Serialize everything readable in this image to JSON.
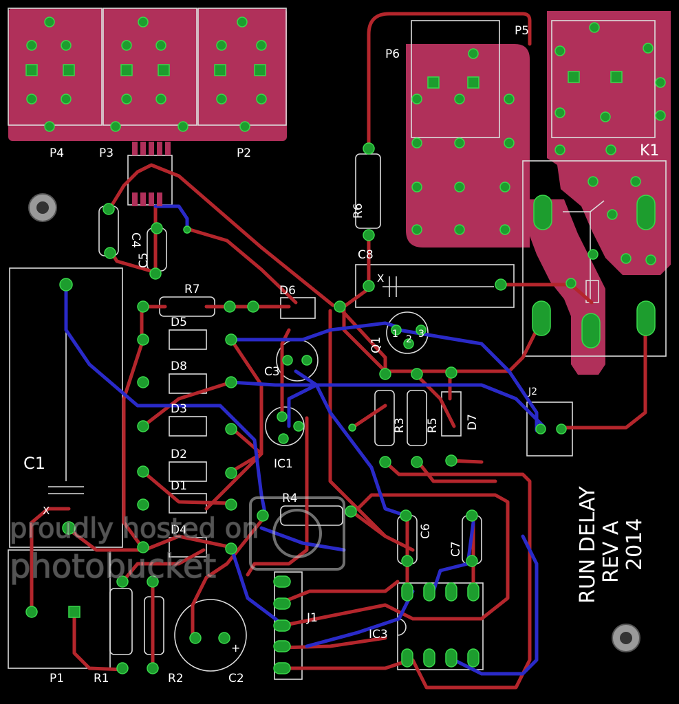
{
  "board": {
    "title_lines": [
      "RUN DELAY",
      "REV A",
      "2014"
    ],
    "colors": {
      "background": "#000000",
      "top_copper": "#b4262c",
      "bottom_copper": "#2a2ac8",
      "copper_pour": "#b0305a",
      "pad": "#1d9d2e",
      "silkscreen": "#dcdcdc"
    }
  },
  "components": {
    "P4": "P4",
    "P3": "P3",
    "P2": "P2",
    "P5": "P5",
    "P6": "P6",
    "P1": "P1",
    "K1": "K1",
    "R6": "R6",
    "C8": "C8",
    "C8_mark": "X",
    "R7": "R7",
    "D6": "D6",
    "Q1": "Q1",
    "Q1_pins": [
      "1",
      "2",
      "3"
    ],
    "D5": "D5",
    "D8": "D8",
    "C3": "C3",
    "D3": "D3",
    "D2": "D2",
    "D1": "D1",
    "D4": "D4",
    "IC1": "IC1",
    "R3": "R3",
    "R5": "R5",
    "D7": "D7",
    "J2": "J2",
    "R4": "R4",
    "C6": "C6",
    "C7": "C7",
    "J1": "J1",
    "IC3": "IC3",
    "R1": "R1",
    "R2": "R2",
    "C2": "C2",
    "C1": "C1",
    "C4": "C4",
    "C5": "C5",
    "C1_mark": "X",
    "plus": "+"
  },
  "watermark": {
    "line1": "proudly hosted on",
    "line2": "photobucket"
  }
}
